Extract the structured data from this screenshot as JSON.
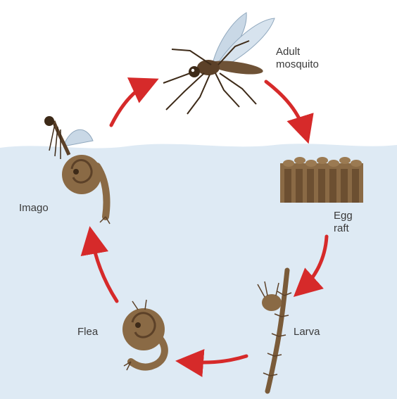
{
  "labels": {
    "adult_line1": "Adult",
    "adult_line2": "mosquito",
    "egg_line1": "Egg",
    "egg_line2": "raft",
    "larva": "Larva",
    "flea": "Flea",
    "imago": "Imago"
  },
  "colors": {
    "water": "#deeaf4",
    "arrow": "#d62a2a",
    "creature_brown": "#8a6a45",
    "creature_dark": "#5c4128"
  },
  "icons": [
    "adult-mosquito-icon",
    "egg-raft-icon",
    "larva-icon",
    "pupa-icon",
    "imago-icon",
    "cycle-arrow-icon"
  ]
}
